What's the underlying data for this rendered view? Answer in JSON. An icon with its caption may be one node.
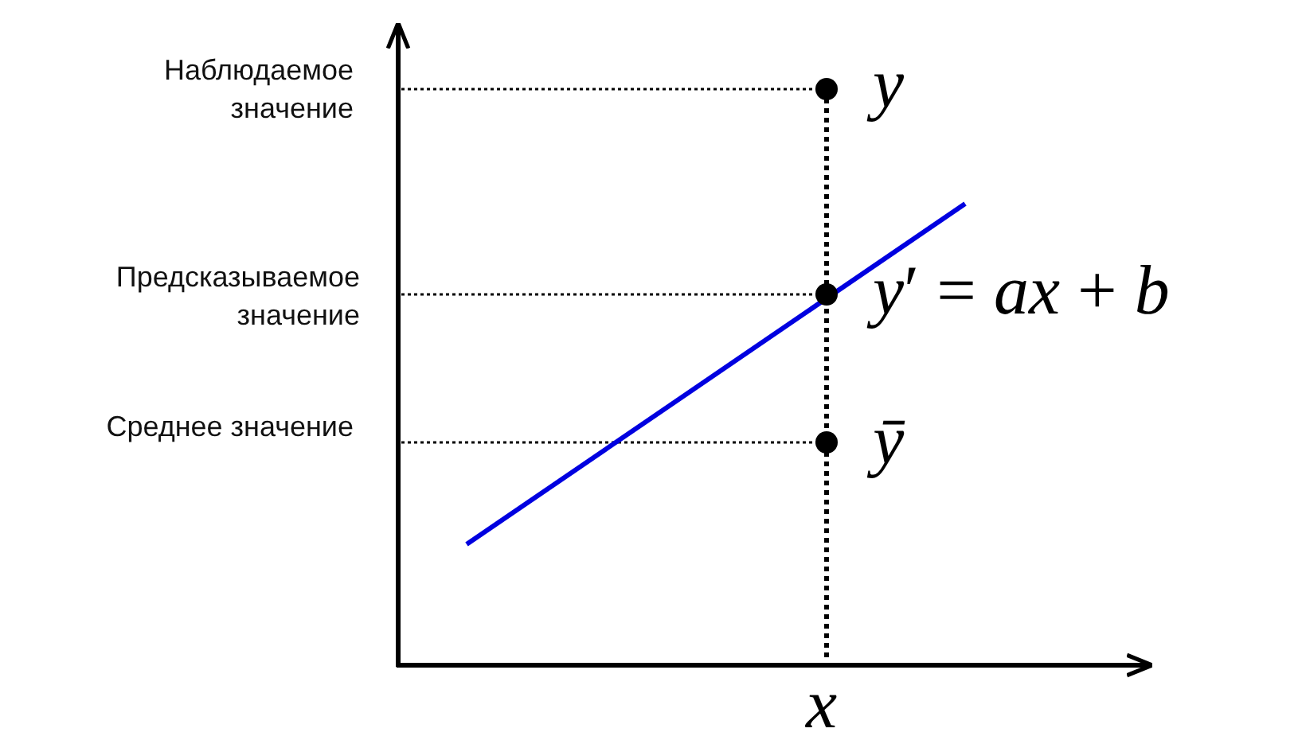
{
  "diagram": {
    "labels": [
      "Наблюдаемое значение",
      "y",
      "Предсказываемое значение",
      "*y*′ = *ax* + *b*",
      "Среднее значение",
      "ȳ",
      "x"
    ]
  }
}
